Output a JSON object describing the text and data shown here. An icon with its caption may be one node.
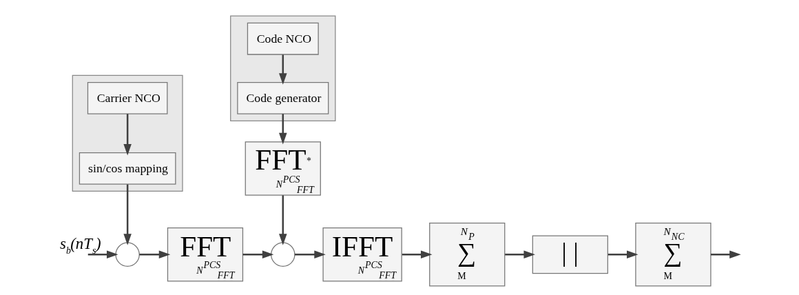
{
  "diagram": {
    "nodes": [
      {
        "text": [],
        "shape": "box"
      },
      {
        "text": [
          "Carrier NCO"
        ],
        "in": 0
      },
      {
        "text": [
          "sin/cos mapping"
        ],
        "in": 0
      },
      {
        "text": [],
        "shape": "box"
      },
      {
        "text": [
          "Code NCO"
        ],
        "in": 3
      },
      {
        "text": [
          "Code generator"
        ],
        "in": 3
      },
      {
        "text": [
          "FFT$^{*}$",
          "N$^{PCS}$$_{FFT}$"
        ]
      },
      {
        "text": [],
        "shape": "circle"
      },
      {
        "text": [
          "FFT",
          "N$^{PCS}$$_{FFT}$"
        ]
      },
      {
        "text": [],
        "shape": "circle"
      },
      {
        "text": [
          "IFFT",
          "N$^{PCS}$$_{FFT}$"
        ]
      },
      {
        "text": [
          "N$_{P}$",
          "∑",
          "M"
        ]
      },
      {
        "text": [
          "| |"
        ]
      },
      {
        "text": [
          "N$_{NC}$",
          "∑",
          "M"
        ]
      }
    ],
    "edges": [
      {
        "from": 1,
        "to": 2,
        "arrow": "to"
      },
      {
        "from": 2,
        "to": 7,
        "arrow": "to"
      },
      {
        "from": 4,
        "to": 5,
        "arrow": "to"
      },
      {
        "from": 5,
        "to": 6,
        "arrow": "to"
      },
      {
        "from": 6,
        "to": 9,
        "arrow": "to"
      },
      {
        "from": null,
        "to": 7,
        "arrow": "to",
        "label": "s$_{b}$(nT$_{s}$)"
      },
      {
        "from": 7,
        "to": 8,
        "arrow": "to"
      },
      {
        "from": 8,
        "to": 9,
        "arrow": "to"
      },
      {
        "from": 9,
        "to": 10,
        "arrow": "to"
      },
      {
        "from": 10,
        "to": 11,
        "arrow": "to"
      },
      {
        "from": 11,
        "to": 12,
        "arrow": "to"
      },
      {
        "from": 12,
        "to": 13,
        "arrow": "to"
      },
      {
        "from": 13,
        "to": null,
        "arrow": "to"
      }
    ]
  }
}
